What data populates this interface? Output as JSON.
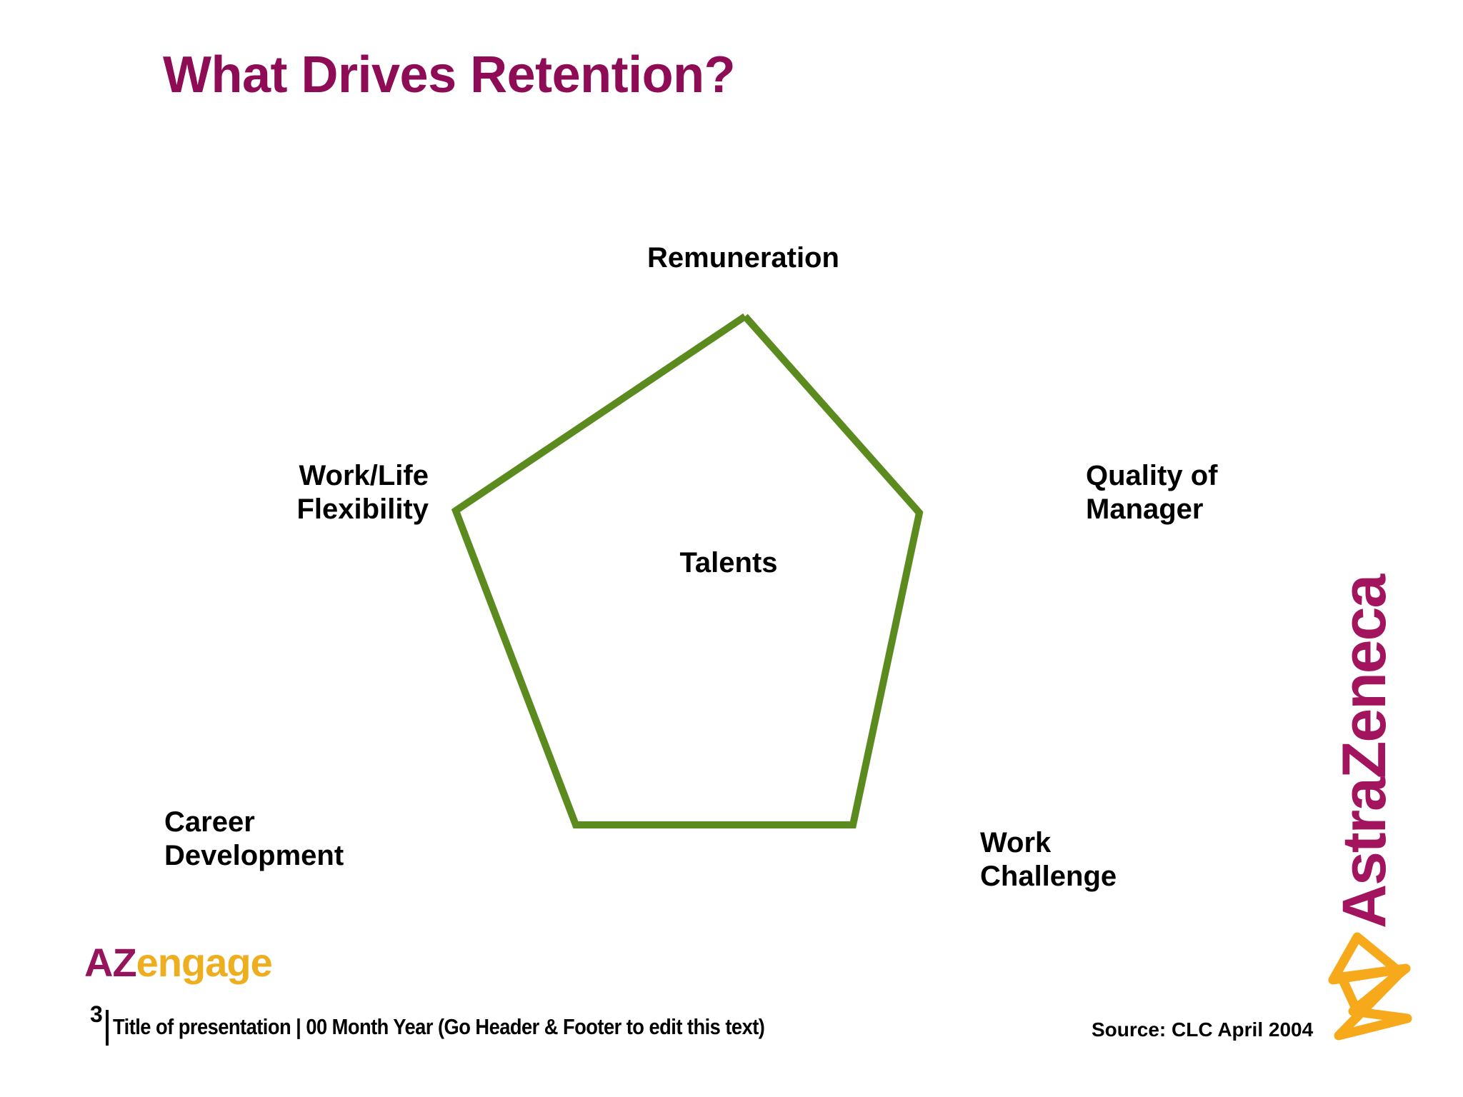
{
  "slide": {
    "title": "What Drives Retention?",
    "title_color": "#8E0B56",
    "background_color": "#FFFFFF",
    "number": "3"
  },
  "diagram": {
    "type": "pentagon",
    "stroke_color": "#5B8A1F",
    "stroke_width": "10",
    "center_label": "Talents",
    "nodes": [
      {
        "id": "remuneration",
        "label": "Remuneration",
        "position": "top"
      },
      {
        "id": "quality-of-manager",
        "label": "Quality of\nManager",
        "line1": "Quality of",
        "line2": "Manager",
        "position": "right"
      },
      {
        "id": "work-challenge",
        "label": "Work\nChallenge",
        "line1": "Work",
        "line2": "Challenge",
        "position": "bottom-right"
      },
      {
        "id": "career-development",
        "label": "Career\nDevelopment",
        "line1": "Career",
        "line2": "Development",
        "position": "bottom-left"
      },
      {
        "id": "work-life-flexibility",
        "label": "Work/Life\nFlexibility",
        "line1": "Work/Life",
        "line2": "Flexibility",
        "position": "left"
      }
    ]
  },
  "logos": {
    "azengage": {
      "part1": "AZ",
      "part2": "engage",
      "part1_color": "#96145C",
      "part2_color": "#EDAE20"
    },
    "astrazeneca": {
      "wordmark": "AstraZeneca",
      "wordmark_color": "#A2145E",
      "mark_color": "#F6A91B"
    }
  },
  "footer": {
    "text": "Title of presentation | 00 Month Year (Go Header & Footer to edit this text)",
    "source": "Source: CLC April 2004"
  }
}
